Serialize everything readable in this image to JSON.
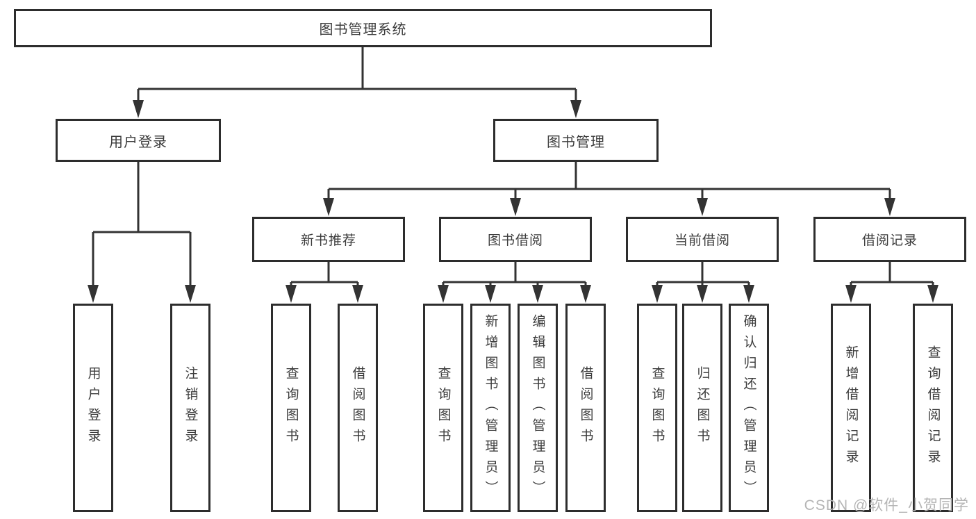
{
  "diagram": {
    "root": {
      "label": "图书管理系统"
    },
    "level2": [
      {
        "label": "用户登录",
        "children": [
          {
            "label": "用户登录"
          },
          {
            "label": "注销登录"
          }
        ]
      },
      {
        "label": "图书管理"
      }
    ],
    "level3": [
      {
        "label": "新书推荐",
        "children": [
          {
            "label": "查询图书"
          },
          {
            "label": "借阅图书"
          }
        ]
      },
      {
        "label": "图书借阅",
        "children": [
          {
            "label": "查询图书"
          },
          {
            "label": "新增图书（管理员）"
          },
          {
            "label": "编辑图书（管理员）"
          },
          {
            "label": "借阅图书"
          }
        ]
      },
      {
        "label": "当前借阅",
        "children": [
          {
            "label": "查询图书"
          },
          {
            "label": "归还图书"
          },
          {
            "label": "确认归还（管理员）"
          }
        ]
      },
      {
        "label": "借阅记录",
        "children": [
          {
            "label": "新增借阅记录"
          },
          {
            "label": "查询借阅记录"
          }
        ]
      }
    ]
  },
  "watermark": {
    "text": "CSDN @软件_小贺同学"
  },
  "colors": {
    "line": "#333333",
    "box_border": "#2d2d2d",
    "text": "#3c3c3c",
    "watermark": "#b5b5b5",
    "background": "#ffffff"
  }
}
